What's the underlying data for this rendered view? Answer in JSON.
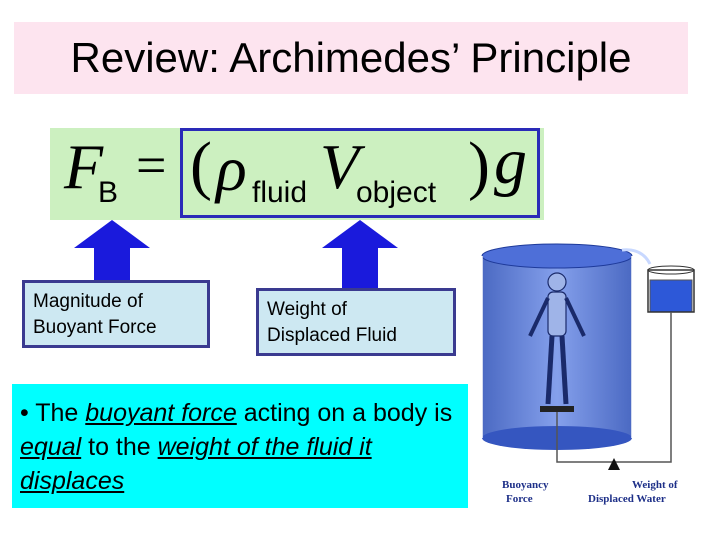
{
  "title": "Review:  Archimedes’ Principle",
  "formula": {
    "F": "F",
    "B": "B",
    "equals": "=",
    "lparen": "(",
    "rho": "ρ",
    "fluid": "fluid",
    "V": "V",
    "object": "object",
    "rparen": ")",
    "g": "g"
  },
  "labels": {
    "buoyant_line1": "Magnitude of",
    "buoyant_line2": "Buoyant Force",
    "weight_line1": "Weight of",
    "weight_line2": "Displaced Fluid"
  },
  "summary": {
    "p1": "• The ",
    "p2": "buoyant force",
    "p3": " acting on a body is ",
    "p4": "equal",
    "p5": " to the ",
    "p6": "weight of the fluid it displaces"
  },
  "illustration": {
    "left_label_1": "Buoyancy",
    "left_label_2": "Force",
    "right_label_1": "Weight of",
    "right_label_2": "Displaced Water"
  },
  "colors": {
    "title_bg": "#fde4ef",
    "formula_bg": "#ccf0c0",
    "frame": "#2a2ab8",
    "arrow": "#1a1adc",
    "summary_bg": "#00ffff",
    "water": "#3a5fd0"
  }
}
